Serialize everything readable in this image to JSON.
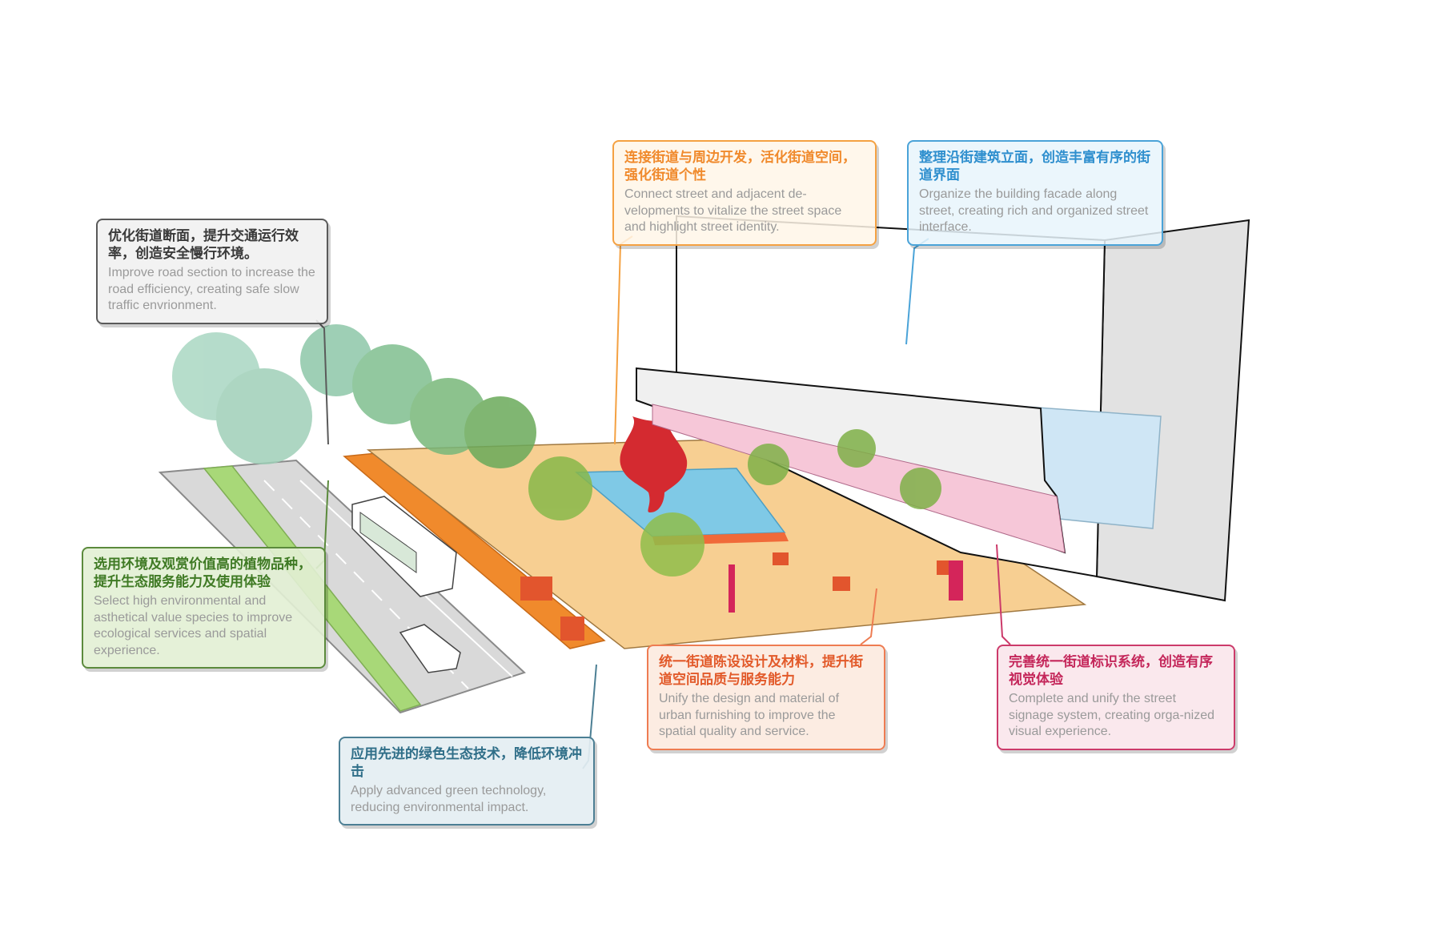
{
  "colors": {
    "orange": "#f4a142",
    "blue": "#4aa3d8",
    "gray": "#5a5a5a",
    "green": "#5b8a3c",
    "teal": "#4c7f94",
    "salmon": "#ee7c52",
    "pink": "#cc3a6a"
  },
  "callouts": {
    "connect": {
      "zh": "连接街道与周边开发，活化街道空间，强化街道个性",
      "en": "Connect street and adjacent de-velopments to vitalize the street space and highlight street identity."
    },
    "facade": {
      "zh": "整理沿街建筑立面，创造丰富有序的街道界面",
      "en": "Organize the building facade along street, creating rich and organized street interface."
    },
    "road": {
      "zh": "优化街道断面，提升交通运行效率，创造安全慢行环境。",
      "en": "Improve road section to increase the road efficiency, creating safe slow traffic envrionment."
    },
    "plants": {
      "zh": "选用环境及观赏价值高的植物品种，提升生态服务能力及使用体验",
      "en": "Select high environmental and asthetical value species to improve ecological services and spatial experience."
    },
    "green_tech": {
      "zh": "应用先进的绿色生态技术，降低环境冲击",
      "en": "Apply advanced green technology, reducing environmental impact."
    },
    "furnishing": {
      "zh": "统一街道陈设设计及材料，提升街道空间品质与服务能力",
      "en": "Unify the design and material of urban furnishing to improve the spatial quality and service."
    },
    "signage": {
      "zh": "完善统一街道标识系统，创造有序视觉体验",
      "en": "Complete and unify the street signage system, creating orga-nized visual experience."
    }
  }
}
